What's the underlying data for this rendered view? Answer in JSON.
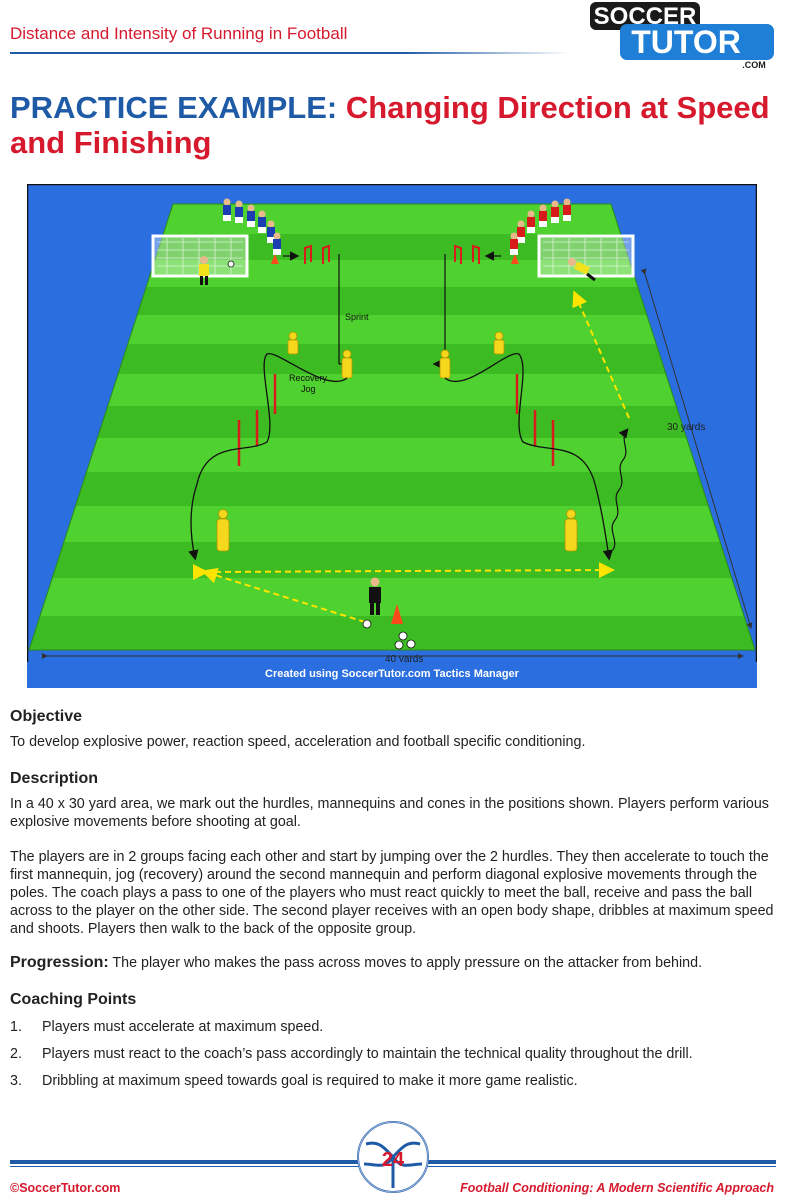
{
  "header": {
    "running_title": "Distance and Intensity of Running in Football",
    "logo_top": "SOCCER",
    "logo_bottom": "TUTOR",
    "logo_suffix": ".COM"
  },
  "heading": {
    "lead": "PRACTICE EXAMPLE:",
    "rest": "Changing Direction at Speed and Finishing"
  },
  "diagram": {
    "label_sprint": "Sprint",
    "label_recovery": "Recovery",
    "label_jog": "Jog",
    "label_width": "40 yards",
    "label_length": "30 yards",
    "credit": "Created using SoccerTutor.com Tactics Manager",
    "colors": {
      "grass_light": "#4fd12f",
      "grass_dark": "#3dbb22",
      "blue_team": "#1b3fb3",
      "red_team": "#d81c1c"
    }
  },
  "sections": {
    "objective_title": "Objective",
    "objective_text": "To develop explosive power, reaction speed, acceleration and football specific conditioning.",
    "description_title": "Description",
    "description_p1": "In a 40 x 30 yard area, we mark out the hurdles, mannequins and cones in the positions shown. Players perform various explosive movements before shooting at goal.",
    "description_p2": "The players are in 2 groups facing each other and start by jumping over the 2 hurdles. They then accelerate to touch the first mannequin, jog (recovery) around the second mannequin and perform diagonal explosive movements through the poles. The coach plays a pass to one of the players who must react quickly to meet the ball, receive and pass the ball across to the player on the other side. The second player receives with an open body shape, dribbles at maximum speed and shoots. Players then walk to the back of the opposite group.",
    "progression_label": "Progression:",
    "progression_text": " The player who makes the pass across moves to apply pressure on the attacker from behind.",
    "coaching_title": "Coaching Points",
    "coaching_points": [
      {
        "num": "1.",
        "text": "Players must accelerate at maximum speed."
      },
      {
        "num": "2.",
        "text": "Players must react to the coach’s pass accordingly to maintain the technical quality throughout the drill."
      },
      {
        "num": "3.",
        "text": "Dribbling at maximum speed towards goal is required to make it more game realistic."
      }
    ]
  },
  "footer": {
    "page_number": "24",
    "left": "©SoccerTutor.com",
    "right": "Football Conditioning: A Modern Scientific Approach"
  }
}
